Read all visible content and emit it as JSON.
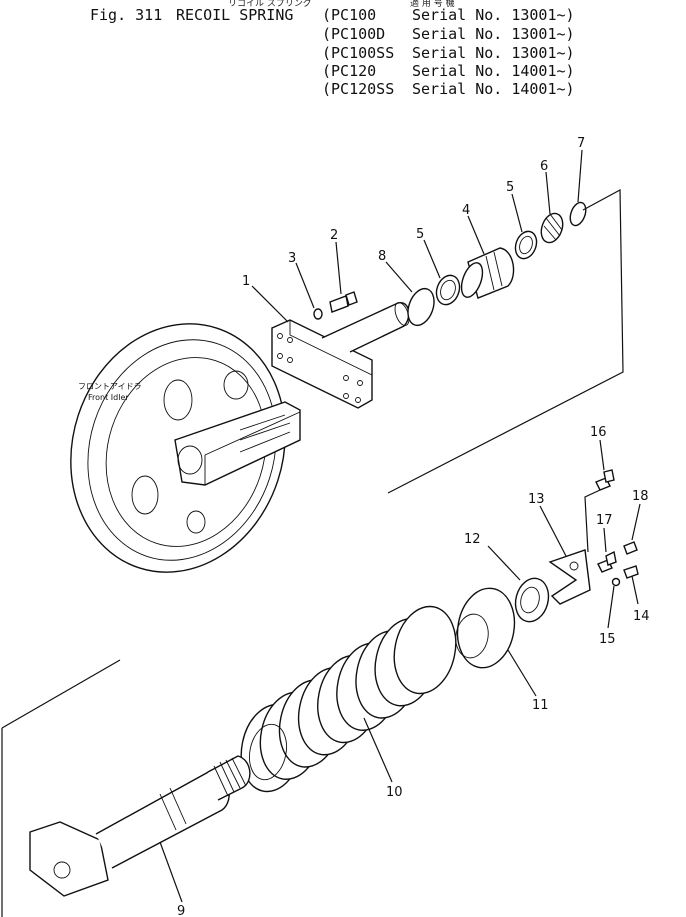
{
  "header": {
    "jp_top_left": "リコイル スプリング",
    "jp_top_right": "適 用 号 機",
    "fig_no": "Fig. 311",
    "title": "RECOIL SPRING",
    "applicability": [
      {
        "model": "PC100",
        "serial": "Serial No. 13001~"
      },
      {
        "model": "PC100D",
        "serial": "Serial No. 13001~"
      },
      {
        "model": "PC100SS",
        "serial": "Serial No. 13001~"
      },
      {
        "model": "PC120",
        "serial": "Serial No. 14001~"
      },
      {
        "model": "PC120SS",
        "serial": "Serial No. 14001~"
      }
    ]
  },
  "annotation": {
    "jp": "フロントアイドラ",
    "en": "Front Idler"
  },
  "callouts": [
    "1",
    "2",
    "3",
    "4",
    "5",
    "5",
    "6",
    "7",
    "8",
    "9",
    "10",
    "11",
    "12",
    "13",
    "14",
    "15",
    "16",
    "17",
    "18"
  ]
}
